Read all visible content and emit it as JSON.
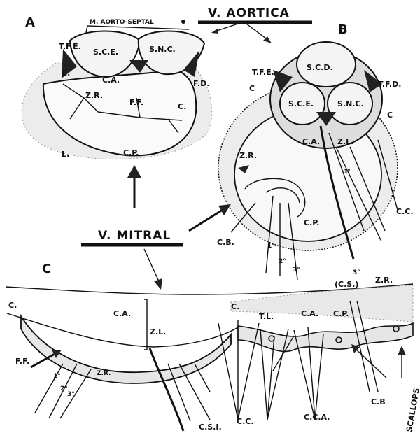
{
  "panels": {
    "a": "A",
    "b": "B",
    "c": "C"
  },
  "titles": {
    "aortic_valve": "V. AORTICA",
    "mitral_valve": "V. MITRAL",
    "septum": "M. AORTO-SEPTAL"
  },
  "panel_a": {
    "scd": "S.C.E.",
    "snc": "S.N.C.",
    "tfe": "T.F.E.",
    "fd": "F.D.",
    "ca": "C.A.",
    "cp": "C.P.",
    "zr": "Z.R.",
    "ff": "F.F.",
    "c_left": "C.",
    "c_right": "C.",
    "l": "L."
  },
  "panel_b": {
    "scd": "S.C.D.",
    "sce": "S.C.E.",
    "snc": "S.N.C.",
    "tfe": "T.F.E.",
    "tfd": "T.F.D.",
    "c_left": "C",
    "c_right": "C",
    "ca": "C.A.",
    "zl": "Z.L.",
    "zr": "Z.R.",
    "cp": "C.P.",
    "cb": "C.B.",
    "cc": "C.C.",
    "n1": "1°",
    "n2": "2°",
    "n3": "3°",
    "n3b": "3°"
  },
  "panel_c": {
    "c_left": "C.",
    "ca": "C.A.",
    "zl": "Z.L.",
    "ff": "F.F.",
    "n1": "1°",
    "n2": "2°",
    "n3": "3°",
    "zr": "Z.R.",
    "c_mid": "C.",
    "tl": "T.L.",
    "ca2": "C.A.",
    "cp": "C.P.",
    "csi": "(C.S.)",
    "zr2": "Z.R.",
    "n3c": "3°",
    "cc": "C.C.",
    "cca": "C.C.A.",
    "cb": "C.B",
    "csl": "C.S.I.",
    "scallops": "SCALLOPS"
  }
}
